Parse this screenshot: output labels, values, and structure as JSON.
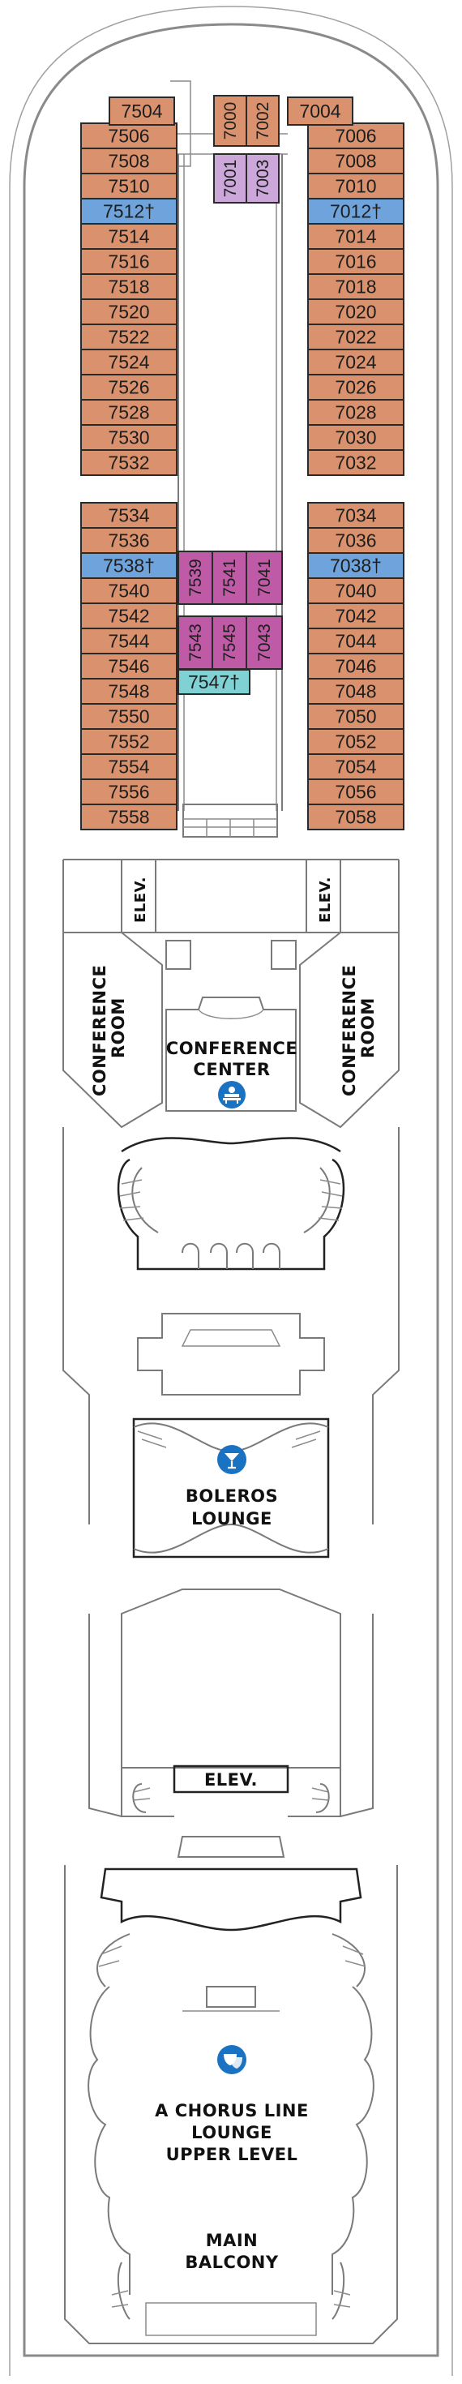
{
  "colors": {
    "standard_cabin": "#d9926d",
    "accessible_cabin": "#6fa3db",
    "suite_lilac": "#cba8d9",
    "suite_purple": "#bf5aa6",
    "teal_cabin": "#7fd1d4",
    "cabin_outline": "#2a2a2a"
  },
  "cabins": {
    "left_forward": [
      "7506",
      "7508",
      "7510",
      "7512†",
      "7514",
      "7516",
      "7518",
      "7520",
      "7522",
      "7524",
      "7526",
      "7528",
      "7530",
      "7532"
    ],
    "left_aft": [
      "7534",
      "7536",
      "7538†",
      "7540",
      "7542",
      "7544",
      "7546",
      "7548",
      "7550",
      "7552",
      "7554",
      "7556",
      "7558"
    ],
    "right_forward": [
      "7006",
      "7008",
      "7010",
      "7012†",
      "7014",
      "7016",
      "7018",
      "7020",
      "7022",
      "7024",
      "7026",
      "7028",
      "7030",
      "7032"
    ],
    "right_aft": [
      "7034",
      "7036",
      "7038†",
      "7040",
      "7042",
      "7044",
      "7046",
      "7048",
      "7050",
      "7052",
      "7054",
      "7056",
      "7058"
    ],
    "bow": [
      "7504",
      "7000",
      "7002",
      "7004"
    ],
    "center_top": [
      "7001",
      "7003"
    ],
    "center_mid": [
      "7539",
      "7541",
      "7041"
    ],
    "center_low": [
      "7543",
      "7545",
      "7043"
    ],
    "center_teal": "7547†"
  },
  "labels": {
    "elevator_left": "ELEV.",
    "elevator_right": "ELEV.",
    "conference_room_left": "CONFERENCE ROOM",
    "conference_room_right": "CONFERENCE ROOM",
    "conference_center": [
      "CONFERENCE",
      "CENTER"
    ],
    "boleros_lounge": [
      "BOLEROS",
      "LOUNGE"
    ],
    "elevator_aft": "ELEV.",
    "chorus_line": [
      "A CHORUS LINE",
      "LOUNGE",
      "UPPER LEVEL"
    ],
    "main_balcony": [
      "MAIN",
      "BALCONY"
    ]
  },
  "icons": {
    "conference_center": "meeting-icon",
    "boleros_lounge": "cocktail-icon",
    "chorus_line": "theater-masks-icon"
  }
}
